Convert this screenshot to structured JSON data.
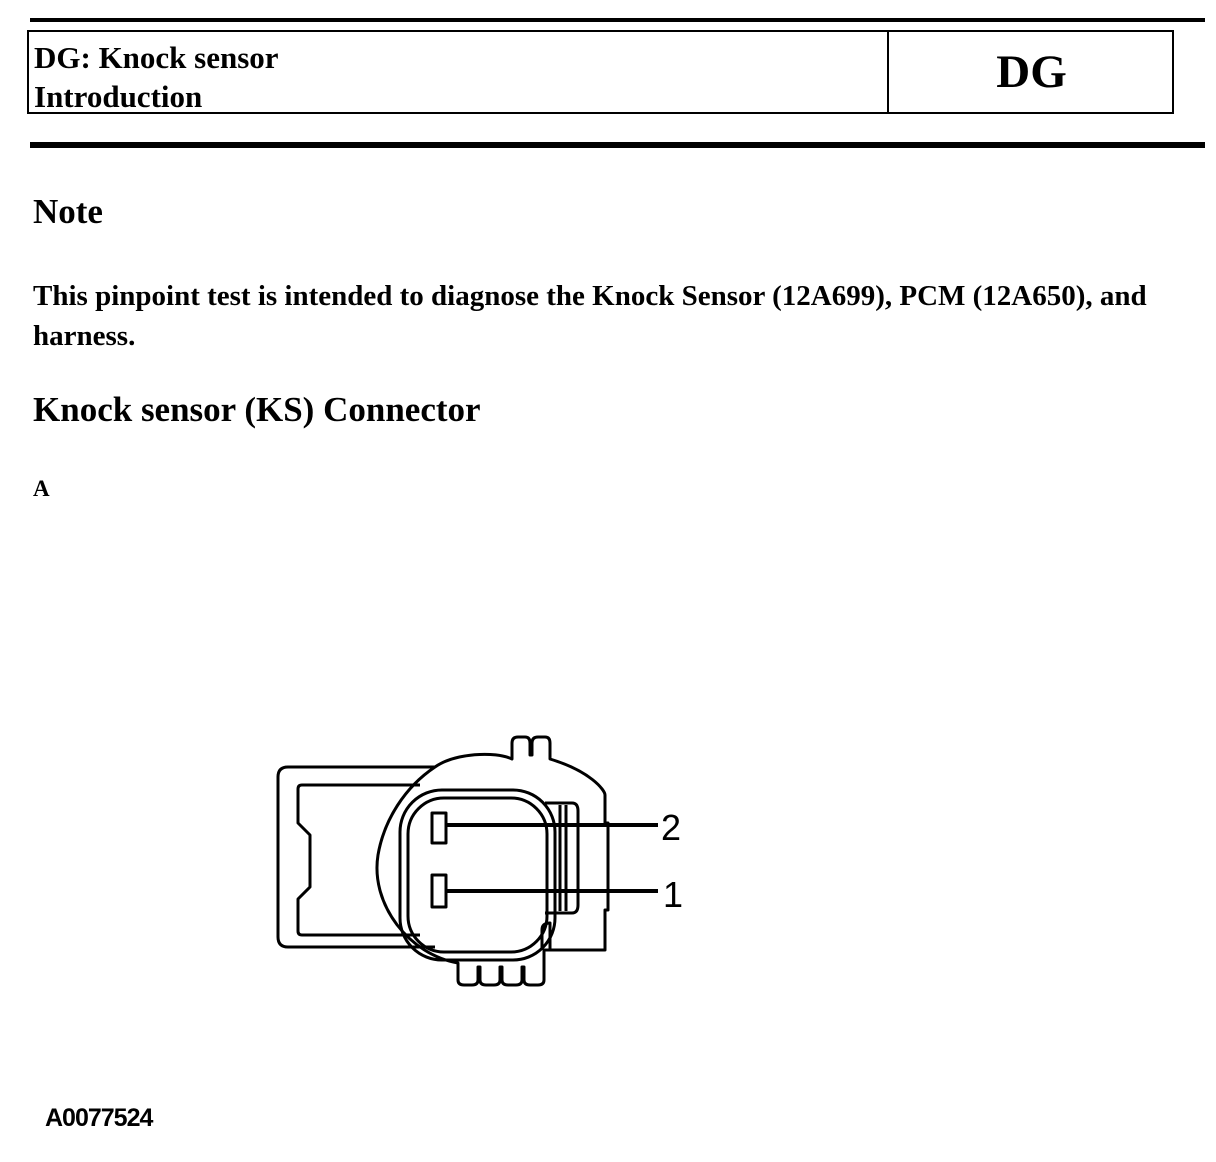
{
  "header": {
    "title_line1": "DG: Knock sensor",
    "title_line2": "Introduction",
    "section_code": "DG"
  },
  "note": {
    "heading": "Note",
    "text": "This pinpoint test is intended to diagnose the Knock Sensor (12A699), PCM (12A650), and harness."
  },
  "connector": {
    "heading": "Knock sensor (KS) Connector",
    "section_letter": "A",
    "pins": [
      {
        "label": "2"
      },
      {
        "label": "1"
      }
    ],
    "figure_id": "A0077524"
  }
}
